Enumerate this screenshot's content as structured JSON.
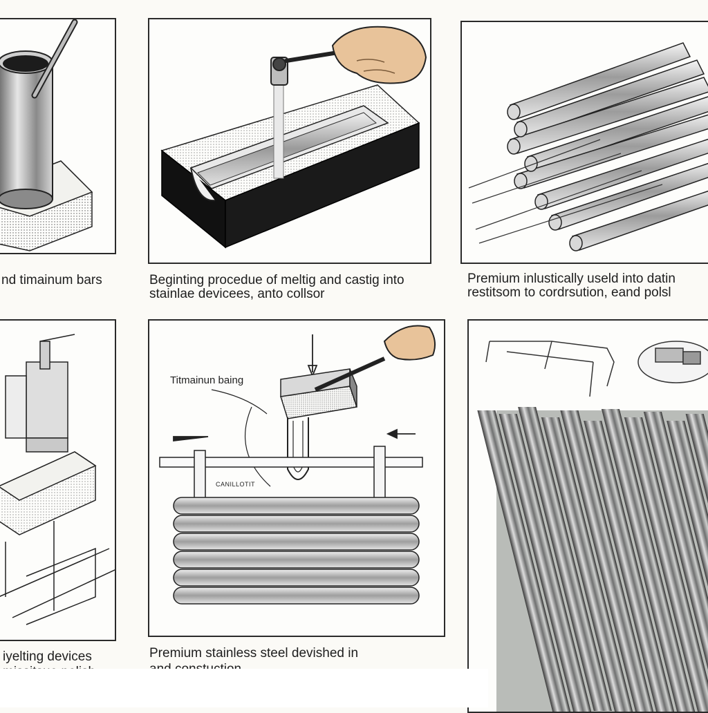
{
  "captions": {
    "top_left": "nd timainum bars",
    "top_middle_line1": "Beginting procedue of meltig and castig into",
    "top_middle_line2": "stainlae devicees, anto collsor",
    "top_right_line1": "Premium inlustically useld into datin",
    "top_right_line2": "restitsom to cordrsution, eand polsl",
    "bottom_left_line1": "iyelting devices",
    "bottom_left_line2": "missitsue polish",
    "bottom_middle_line1": "Premium stainless steel devished in",
    "bottom_middle_line2": "and constuction."
  },
  "labels": {
    "bar_label": "Titmainun baing",
    "cannon_label": "CANILLOTIT"
  }
}
